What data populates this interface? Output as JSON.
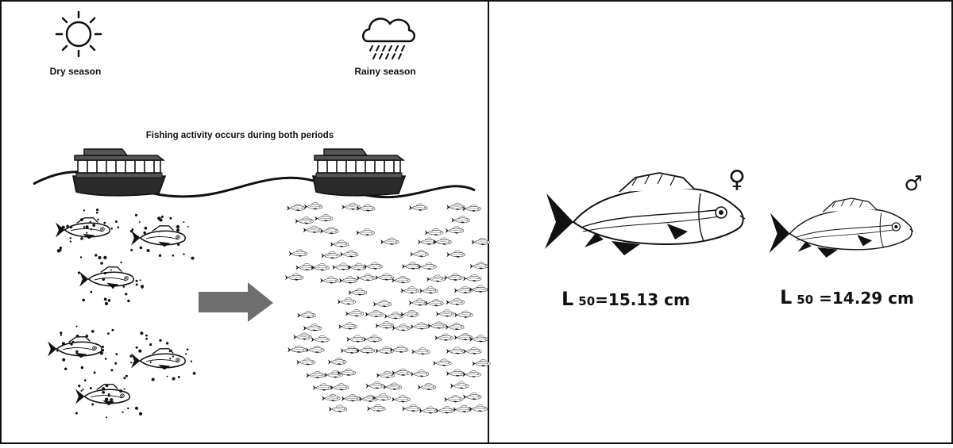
{
  "left_panel": {
    "dry": {
      "label": "Dry season",
      "icon": "sun-icon"
    },
    "rainy": {
      "label": "Rainy season",
      "icon": "rain-cloud-icon"
    },
    "fishing_note": "Fishing activity occurs during both periods",
    "boat_icon": "boat-icon",
    "transition_icon": "arrow-right-icon"
  },
  "right_panel": {
    "female": {
      "symbol": "♀",
      "l": "L",
      "sub": "50",
      "value": "=15.13 cm",
      "icon": "fish-icon"
    },
    "male": {
      "symbol": "♂",
      "l": "L",
      "sub": "50",
      "value": " =14.29 cm",
      "icon": "fish-icon"
    }
  },
  "colors": {
    "ink": "#111111",
    "boat": "#555555",
    "arrow": "#6e6e6e",
    "border": "#111111"
  }
}
